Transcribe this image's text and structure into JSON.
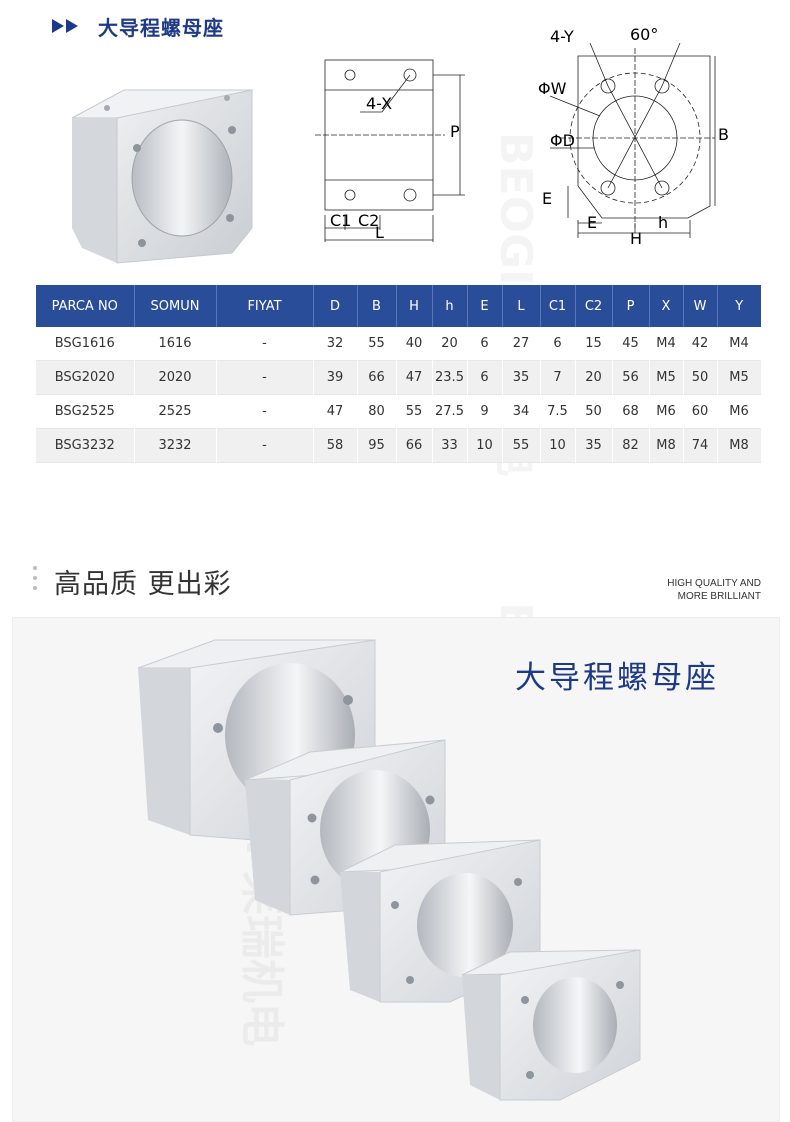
{
  "header": {
    "title": "大导程螺母座"
  },
  "watermark": {
    "text": "BEOGI 莱瑞机电"
  },
  "drawings": {
    "front": {
      "labels": [
        "4-X",
        "P",
        "C1",
        "C2",
        "L"
      ]
    },
    "side": {
      "labels": [
        "4-Y",
        "60°",
        "ΦW",
        "ΦD",
        "B",
        "E",
        "E",
        "h",
        "H"
      ]
    }
  },
  "table": {
    "headers": [
      "PARCA NO",
      "SOMUN",
      "FIYAT",
      "D",
      "B",
      "H",
      "h",
      "E",
      "L",
      "C1",
      "C2",
      "P",
      "X",
      "W",
      "Y"
    ],
    "rows": [
      [
        "BSG1616",
        "1616",
        "-",
        "32",
        "55",
        "40",
        "20",
        "6",
        "27",
        "6",
        "15",
        "45",
        "M4",
        "42",
        "M4"
      ],
      [
        "BSG2020",
        "2020",
        "-",
        "39",
        "66",
        "47",
        "23.5",
        "6",
        "35",
        "7",
        "20",
        "56",
        "M5",
        "50",
        "M5"
      ],
      [
        "BSG2525",
        "2525",
        "-",
        "47",
        "80",
        "55",
        "27.5",
        "9",
        "34",
        "7.5",
        "50",
        "68",
        "M6",
        "60",
        "M6"
      ],
      [
        "BSG3232",
        "3232",
        "-",
        "58",
        "95",
        "66",
        "33",
        "10",
        "55",
        "10",
        "35",
        "82",
        "M8",
        "74",
        "M8"
      ]
    ]
  },
  "section2": {
    "title": "高品质 更出彩",
    "subtitle_line1": "HIGH QUALITY AND",
    "subtitle_line2": "MORE BRILLIANT",
    "panel_title": "大导程螺母座"
  },
  "colors": {
    "brand": "#1e3a86",
    "table_header": "#2a4d9a",
    "aluminium": "#dfe2e6"
  }
}
